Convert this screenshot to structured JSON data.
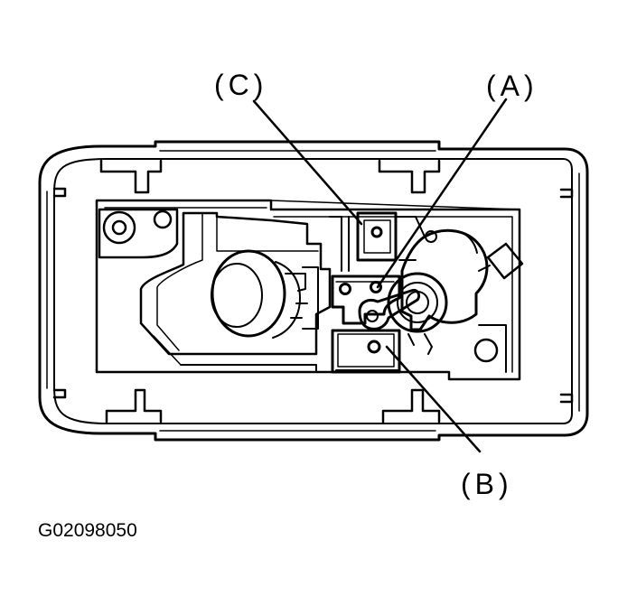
{
  "diagram": {
    "callouts": {
      "a": "(A)",
      "b": "(B)",
      "c": "(C)"
    },
    "figure_id": "G02098050",
    "colors": {
      "ink": "#000000",
      "paper": "#ffffff"
    }
  }
}
